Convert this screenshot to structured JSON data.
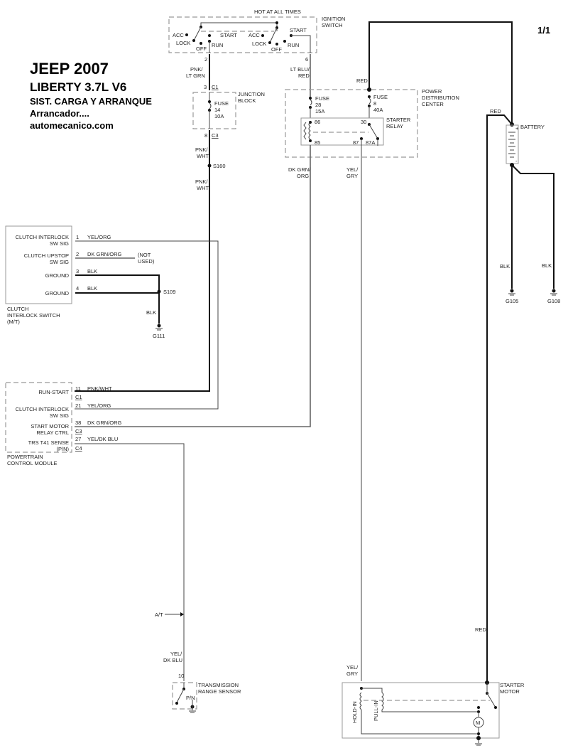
{
  "title": {
    "line1": "JEEP 2007",
    "line2": "LIBERTY  3.7L  V6",
    "line3": "SIST. CARGA Y ARRANQUE",
    "line4": "Arrancador....",
    "line5": "automecanico.com"
  },
  "page_number": "1/1",
  "ignition_switch": {
    "label1": "IGNITION",
    "label2": "SWITCH",
    "hot_label": "HOT AT ALL TIMES",
    "left_positions": [
      "ACC",
      "LOCK",
      "OFF",
      "START",
      "RUN"
    ],
    "right_positions": [
      "ACC",
      "LOCK",
      "OFF",
      "RUN",
      "START"
    ],
    "pin_left": "2",
    "pin_right": "6"
  },
  "wires": {
    "pnk_lt_grn_1": "PNK/",
    "pnk_lt_grn_2": "LT GRN",
    "lt_blu_red_1": "LT BLU/",
    "lt_blu_red_2": "RED",
    "pnk_wht_1": "PNK/",
    "pnk_wht_2": "WHT",
    "dk_grn_org_1": "DK GRN/",
    "dk_grn_org_2": "ORG",
    "yel_gry_1": "YEL/",
    "yel_gry_2": "GRY",
    "red": "RED",
    "blk": "BLK",
    "yel_dk_blu_1": "YEL/",
    "yel_dk_blu_2": "DK BLU",
    "at_label": "A/T"
  },
  "junction_block": {
    "label1": "JUNCTION",
    "label2": "BLOCK",
    "conn_in_pin": "3",
    "conn_in": "C1",
    "conn_out_pin": "8",
    "conn_out": "C3",
    "fuse_label": "FUSE",
    "fuse_num": "14",
    "fuse_amp": "10A"
  },
  "splice_s160": "S160",
  "pdc": {
    "label1": "POWER",
    "label2": "DISTRIBUTION",
    "label3": "CENTER",
    "fuse_a_label": "FUSE",
    "fuse_a_num": "28",
    "fuse_a_amp": "15A",
    "fuse_b_label": "FUSE",
    "fuse_b_num": "8",
    "fuse_b_amp": "40A",
    "relay_label1": "STARTER",
    "relay_label2": "RELAY",
    "terminals": [
      "86",
      "85",
      "30",
      "87",
      "87A"
    ]
  },
  "battery": {
    "label": "BATTERY",
    "plus": "+",
    "minus": "-",
    "ground_a": "G105",
    "ground_b": "G108"
  },
  "clutch_switch": {
    "name1": "CLUTCH",
    "name2": "INTERLOCK SWITCH",
    "name3": "(M/T)",
    "pins": [
      {
        "num": "1",
        "label1": "CLUTCH INTERLOCK",
        "label2": "SW SIG",
        "wire": "YEL/ORG"
      },
      {
        "num": "2",
        "label1": "CLUTCH UPSTOP",
        "label2": "SW SIG",
        "wire": "DK GRN/ORG"
      },
      {
        "num": "3",
        "label1": "GROUND",
        "label2": "",
        "wire": "BLK"
      },
      {
        "num": "4",
        "label1": "GROUND",
        "label2": "",
        "wire": "BLK"
      }
    ],
    "not_used1": "(NOT",
    "not_used2": "USED)",
    "splice": "S109",
    "ground_wire": "BLK",
    "ground": "G111"
  },
  "pcm": {
    "name1": "POWERTRAIN",
    "name2": "CONTROL MODULE",
    "pins": [
      {
        "num": "11",
        "label1": "RUN-START",
        "label2": "",
        "wire": "PNK/WHT",
        "conn": "C1"
      },
      {
        "num": "21",
        "label1": "CLUTCH INTERLOCK",
        "label2": "SW SIG",
        "wire": "YEL/ORG",
        "conn": ""
      },
      {
        "num": "38",
        "label1": "START MOTOR",
        "label2": "RELAY CTRL",
        "wire": "DK GRN/ORG",
        "conn": "C3"
      },
      {
        "num": "27",
        "label1": "TRS T41 SENSE",
        "label2": "(P/N)",
        "wire": "YEL/DK BLU",
        "conn": "C4"
      }
    ]
  },
  "trs": {
    "label1": "TRANSMISSION",
    "label2": "RANGE SENSOR",
    "pin": "10",
    "switch_label": "P/N"
  },
  "starter_motor": {
    "label1": "STARTER",
    "label2": "MOTOR",
    "hold_in": "HOLD-IN",
    "pull_in": "PULL-IN",
    "motor": "M"
  }
}
